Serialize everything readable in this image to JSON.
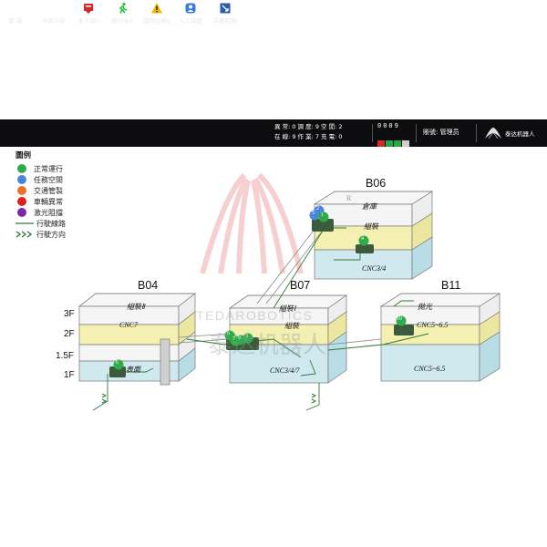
{
  "toolbar": {
    "menu_label": "菜 單",
    "buttons": [
      {
        "label": "叫車平台",
        "icon": "call-platform-icon"
      },
      {
        "label": "未下發0",
        "icon": "not-dispatched-icon"
      },
      {
        "label": "執行中7",
        "icon": "running-icon"
      },
      {
        "label": "超時任務0",
        "icon": "warning-icon"
      },
      {
        "label": "人工調度",
        "icon": "manual-dispatch-icon"
      },
      {
        "label": "手動控制",
        "icon": "manual-control-icon"
      }
    ],
    "stats_row1": "異 常: 0    調 度: 9    空 閒: 2",
    "stats_row2": "在 線: 9    作 業: 7    充 電: 0",
    "counter": "0009",
    "account": "賬號: 管理员",
    "brand": "泰达机器人",
    "colors": {
      "bar": "#0d0d10",
      "red": "#d42a2a",
      "green": "#28a745",
      "gray": "#cfcfcf"
    }
  },
  "legend": {
    "title": "圖例",
    "items": [
      {
        "label": "正常運行",
        "color": "#2eac4a"
      },
      {
        "label": "任務空閒",
        "color": "#4a86d8"
      },
      {
        "label": "交通管製",
        "color": "#e8742b"
      },
      {
        "label": "車輛異常",
        "color": "#e02020"
      },
      {
        "label": "激光阻擋",
        "color": "#7a2aa8"
      }
    ],
    "path_label": "行駛線路",
    "direction_label": "行駛方向"
  },
  "map": {
    "buildings": [
      "B06",
      "B04",
      "B07",
      "B11"
    ],
    "floors": [
      "3F",
      "2F",
      "1.5F",
      "1F"
    ],
    "zones": [
      "倉庫",
      "組裝",
      "CNC3/4",
      "組裝Ⅱ",
      "CNC7",
      "表面",
      "組裝Ⅰ",
      "組裝",
      "CNC3/4/7",
      "拋光",
      "CNC5~6.5",
      "CNC5~6.5"
    ],
    "robots": [
      "1",
      "2",
      "3",
      "4",
      "5",
      "6",
      "7",
      "8",
      "9",
      "10"
    ],
    "zone_letter": "R"
  },
  "watermark": {
    "text1": "TEDAROBOTICS",
    "text2": "泰达机器人"
  }
}
